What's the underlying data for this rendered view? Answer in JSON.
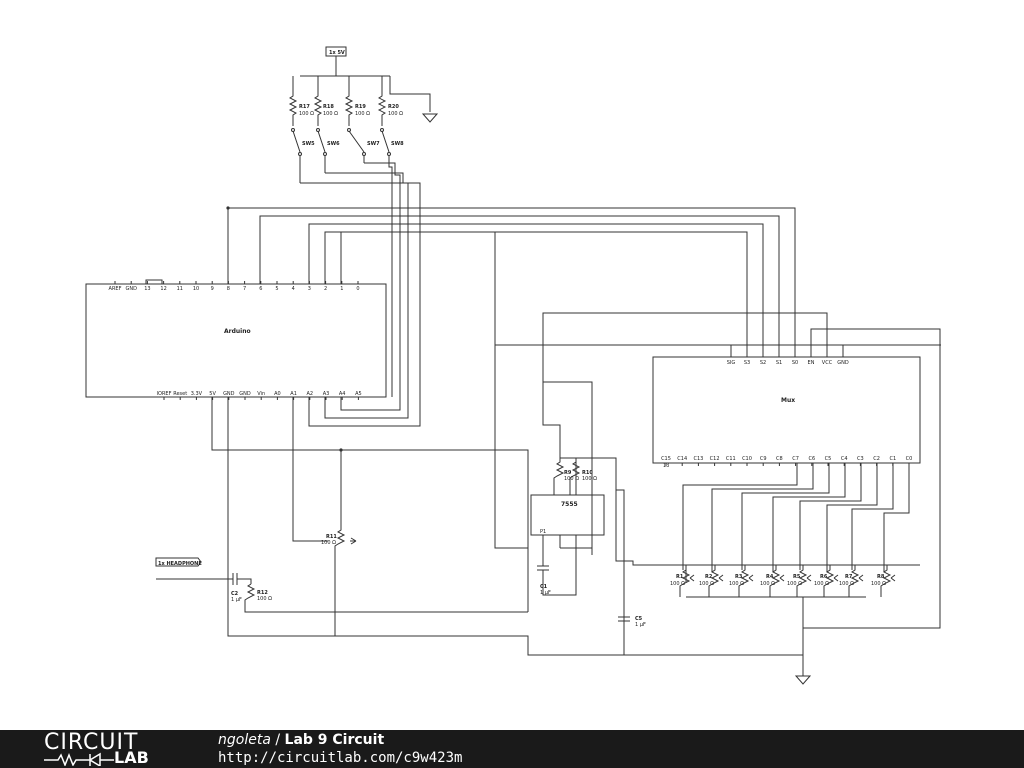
{
  "schematic": {
    "arduino": {
      "label": "Arduino",
      "top_pins": [
        "AREF",
        "GND",
        "13",
        "12",
        "11",
        "10",
        "9",
        "8",
        "7",
        "6",
        "5",
        "4",
        "3",
        "2",
        "1",
        "0"
      ],
      "bottom_pins": [
        "IOREF",
        "Reset",
        "3.3V",
        "5V",
        "GND",
        "GND",
        "Vin",
        "A0",
        "A1",
        "A2",
        "A3",
        "A4",
        "A5"
      ]
    },
    "mux": {
      "label": "Mux",
      "top_pins": [
        "SIG",
        "S3",
        "S2",
        "S1",
        "S0",
        "EN",
        "VCC",
        "GND"
      ],
      "bottom_pins": [
        "C15",
        "C14",
        "C13",
        "C12",
        "C11",
        "C10",
        "C9",
        "C8",
        "C7",
        "C6",
        "C5",
        "C4",
        "C3",
        "C2",
        "C1",
        "C0"
      ],
      "bottom_pin_number": "13"
    },
    "timer": {
      "label": "7555",
      "pin_label": "P1"
    },
    "supply_flag": "1x 5V",
    "headphone_flag": "1x HEADPHONE",
    "top_resistors": [
      {
        "ref": "R17",
        "value": "100 Ω"
      },
      {
        "ref": "R18",
        "value": "100 Ω"
      },
      {
        "ref": "R19",
        "value": "100 Ω"
      },
      {
        "ref": "R20",
        "value": "100 Ω"
      }
    ],
    "switches": [
      "SW5",
      "SW6",
      "SW7",
      "SW8"
    ],
    "timer_resistors": [
      {
        "ref": "R9",
        "value": "100 Ω"
      },
      {
        "ref": "R10",
        "value": "100 Ω"
      }
    ],
    "pot_r11": {
      "ref": "R11",
      "value": "100 Ω"
    },
    "cap_c2": {
      "ref": "C2",
      "value": "1 µF"
    },
    "res_r12": {
      "ref": "R12",
      "value": "100 Ω"
    },
    "cap_c1": {
      "ref": "C1",
      "value": "1 µF"
    },
    "cap_c5": {
      "ref": "C5",
      "value": "1 µF"
    },
    "pots": [
      {
        "ref": "R1",
        "value": "100 Ω"
      },
      {
        "ref": "R2",
        "value": "100 Ω"
      },
      {
        "ref": "R3",
        "value": "100 Ω"
      },
      {
        "ref": "R4",
        "value": "100 Ω"
      },
      {
        "ref": "R5",
        "value": "100 Ω"
      },
      {
        "ref": "R6",
        "value": "100 Ω"
      },
      {
        "ref": "R7",
        "value": "100 Ω"
      },
      {
        "ref": "R8",
        "value": "100 Ω"
      }
    ]
  },
  "footer": {
    "logo_top": "CIRCUIT",
    "logo_bottom": "LAB",
    "author": "ngoleta",
    "separator": " / ",
    "title": "Lab 9 Circuit",
    "url": "http://circuitlab.com/c9w423m"
  }
}
